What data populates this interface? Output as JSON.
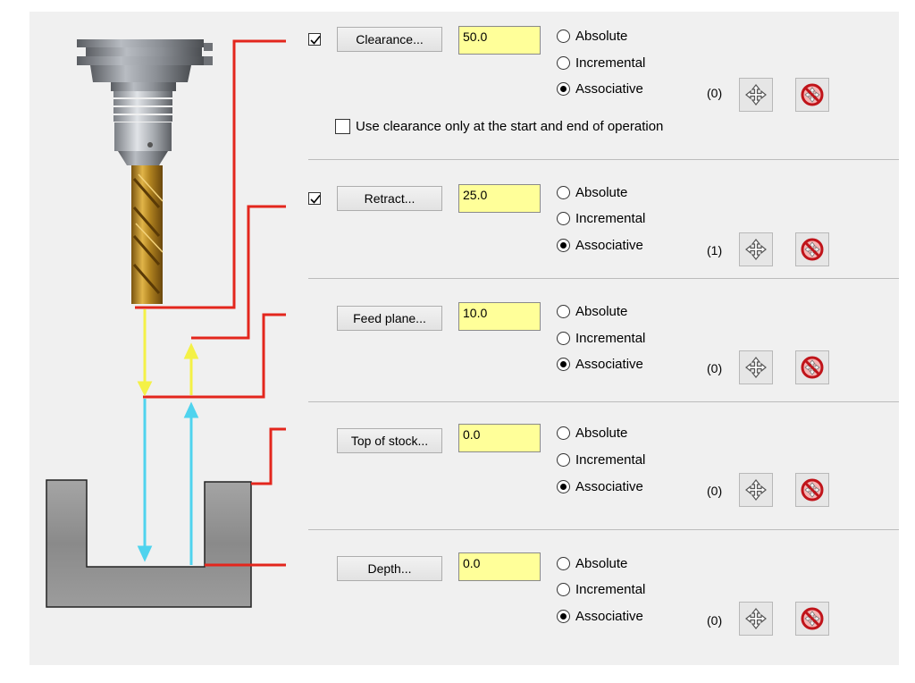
{
  "rows": [
    {
      "id": "clearance",
      "button": "Clearance...",
      "value": "50.0",
      "checked": true,
      "count": "(0)",
      "selected": "Associative"
    },
    {
      "id": "retract",
      "button": "Retract...",
      "value": "25.0",
      "checked": true,
      "count": "(1)",
      "selected": "Associative"
    },
    {
      "id": "feed-plane",
      "button": "Feed plane...",
      "value": "10.0",
      "checked": null,
      "count": "(0)",
      "selected": "Associative"
    },
    {
      "id": "top-of-stock",
      "button": "Top of stock...",
      "value": "0.0",
      "checked": null,
      "count": "(0)",
      "selected": "Associative"
    },
    {
      "id": "depth",
      "button": "Depth...",
      "value": "0.0",
      "checked": null,
      "count": "(0)",
      "selected": "Associative"
    }
  ],
  "radio_options": [
    "Absolute",
    "Incremental",
    "Associative"
  ],
  "clearance_only_label": "Use clearance only at the start and end of operation",
  "clearance_only_checked": false,
  "colors": {
    "field_bg": "#ffff99",
    "leader_red": "#e3261d",
    "rapid_yellow": "#f4f146",
    "feed_cyan": "#4fd3ee",
    "stock_gray": "#8e8e8e",
    "tool_gold": "#c89a2a"
  },
  "icons": {
    "move": "move-arrows-icon",
    "reset": "no-move-icon"
  }
}
